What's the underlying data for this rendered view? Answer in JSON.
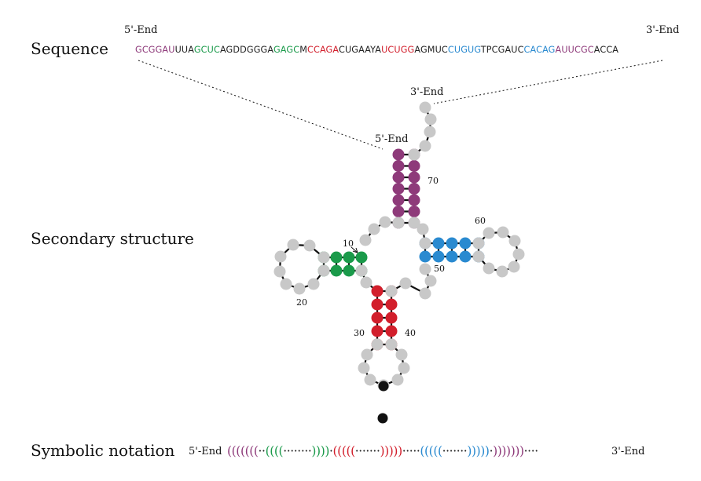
{
  "labels": {
    "sequence": "Sequence",
    "secondary": "Secondary structure",
    "symbolic": "Symbolic notation"
  },
  "ends": {
    "five": "5'-End",
    "three": "3'-End"
  },
  "sequence_segments": [
    {
      "text": "GCGGAU",
      "color": "#8e3a7a"
    },
    {
      "text": "UUA",
      "color": "#222222"
    },
    {
      "text": "GCUC",
      "color": "#1a9a4a"
    },
    {
      "text": "AGDDGGGA",
      "color": "#222222"
    },
    {
      "text": "GAGC",
      "color": "#1a9a4a"
    },
    {
      "text": "M",
      "color": "#222222"
    },
    {
      "text": "CCAGA",
      "color": "#d21e2b"
    },
    {
      "text": "CUGAAYA",
      "color": "#222222"
    },
    {
      "text": "UCUGG",
      "color": "#d21e2b"
    },
    {
      "text": "AGMUC",
      "color": "#222222"
    },
    {
      "text": "CUGUG",
      "color": "#2a8ad0"
    },
    {
      "text": "TPCGAUC",
      "color": "#222222"
    },
    {
      "text": "CACAG",
      "color": "#2a8ad0"
    },
    {
      "text": "AUUCGC",
      "color": "#8e3a7a"
    },
    {
      "text": "ACCA",
      "color": "#222222"
    }
  ],
  "notation_segments": [
    {
      "text": "(((((((",
      "color": "#8e3a7a"
    },
    {
      "text": "··",
      "color": "#222222"
    },
    {
      "text": "((((",
      "color": "#1a9a4a"
    },
    {
      "text": "········",
      "color": "#222222"
    },
    {
      "text": "))))",
      "color": "#1a9a4a"
    },
    {
      "text": "·",
      "color": "#222222"
    },
    {
      "text": "(((((",
      "color": "#d21e2b"
    },
    {
      "text": "·······",
      "color": "#222222"
    },
    {
      "text": ")))))",
      "color": "#d21e2b"
    },
    {
      "text": "·····",
      "color": "#222222"
    },
    {
      "text": "(((((",
      "color": "#2a8ad0"
    },
    {
      "text": "·······",
      "color": "#222222"
    },
    {
      "text": ")))))",
      "color": "#2a8ad0"
    },
    {
      "text": "·",
      "color": "#222222"
    },
    {
      "text": ")))))))",
      "color": "#8e3a7a"
    },
    {
      "text": "····",
      "color": "#222222"
    }
  ],
  "position_labels": [
    "10",
    "20",
    "30",
    "40",
    "50",
    "60",
    "70"
  ],
  "colors": {
    "acceptor": "#8e3a7a",
    "d_arm": "#1a9a4a",
    "anticodon": "#d21e2b",
    "t_arm": "#2a8ad0",
    "unpaired": "#c8c8c8",
    "highlight": "#111111"
  }
}
